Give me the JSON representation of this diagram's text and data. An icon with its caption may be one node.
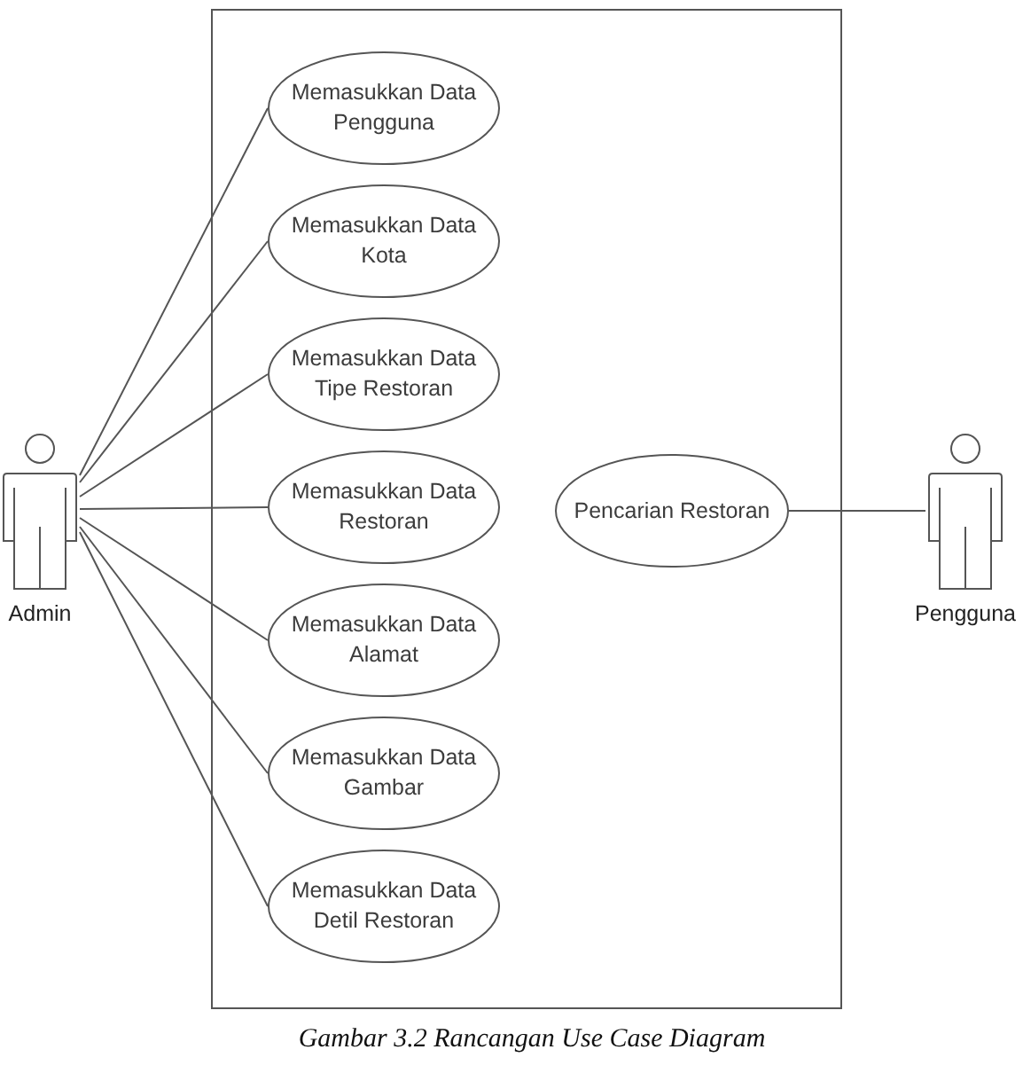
{
  "diagram": {
    "caption": "Gambar 3.2 Rancangan Use Case Diagram",
    "nodes": [
      {
        "text": [],
        "shape": "person",
        "beside": [
          "Admin"
        ]
      },
      {
        "text": [],
        "shape": "box"
      },
      {
        "text": [
          "Memasukkan Data Pengguna"
        ],
        "in": 1
      },
      {
        "text": [
          "Memasukkan Data Kota"
        ],
        "in": 1
      },
      {
        "text": [
          "Memasukkan Data Tipe Restoran"
        ],
        "in": 1
      },
      {
        "text": [
          "Memasukkan Data Restoran"
        ],
        "in": 1
      },
      {
        "text": [
          "Memasukkan Data Alamat"
        ],
        "in": 1
      },
      {
        "text": [
          "Memasukkan Data Gambar"
        ],
        "in": 1
      },
      {
        "text": [
          "Memasukkan Data Detil Restoran"
        ],
        "in": 1
      },
      {
        "text": [
          "Pencarian Restoran"
        ],
        "in": 1
      },
      {
        "text": [],
        "shape": "person",
        "beside": [
          "Pengguna"
        ]
      }
    ],
    "edges": [
      {
        "from": 0,
        "to": 2,
        "arrow": "none"
      },
      {
        "from": 0,
        "to": 3,
        "arrow": "none"
      },
      {
        "from": 0,
        "to": 4,
        "arrow": "none"
      },
      {
        "from": 0,
        "to": 5,
        "arrow": "none"
      },
      {
        "from": 0,
        "to": 6,
        "arrow": "none"
      },
      {
        "from": 0,
        "to": 7,
        "arrow": "none"
      },
      {
        "from": 0,
        "to": 8,
        "arrow": "none"
      },
      {
        "from": 10,
        "to": 9,
        "arrow": "none"
      }
    ]
  }
}
